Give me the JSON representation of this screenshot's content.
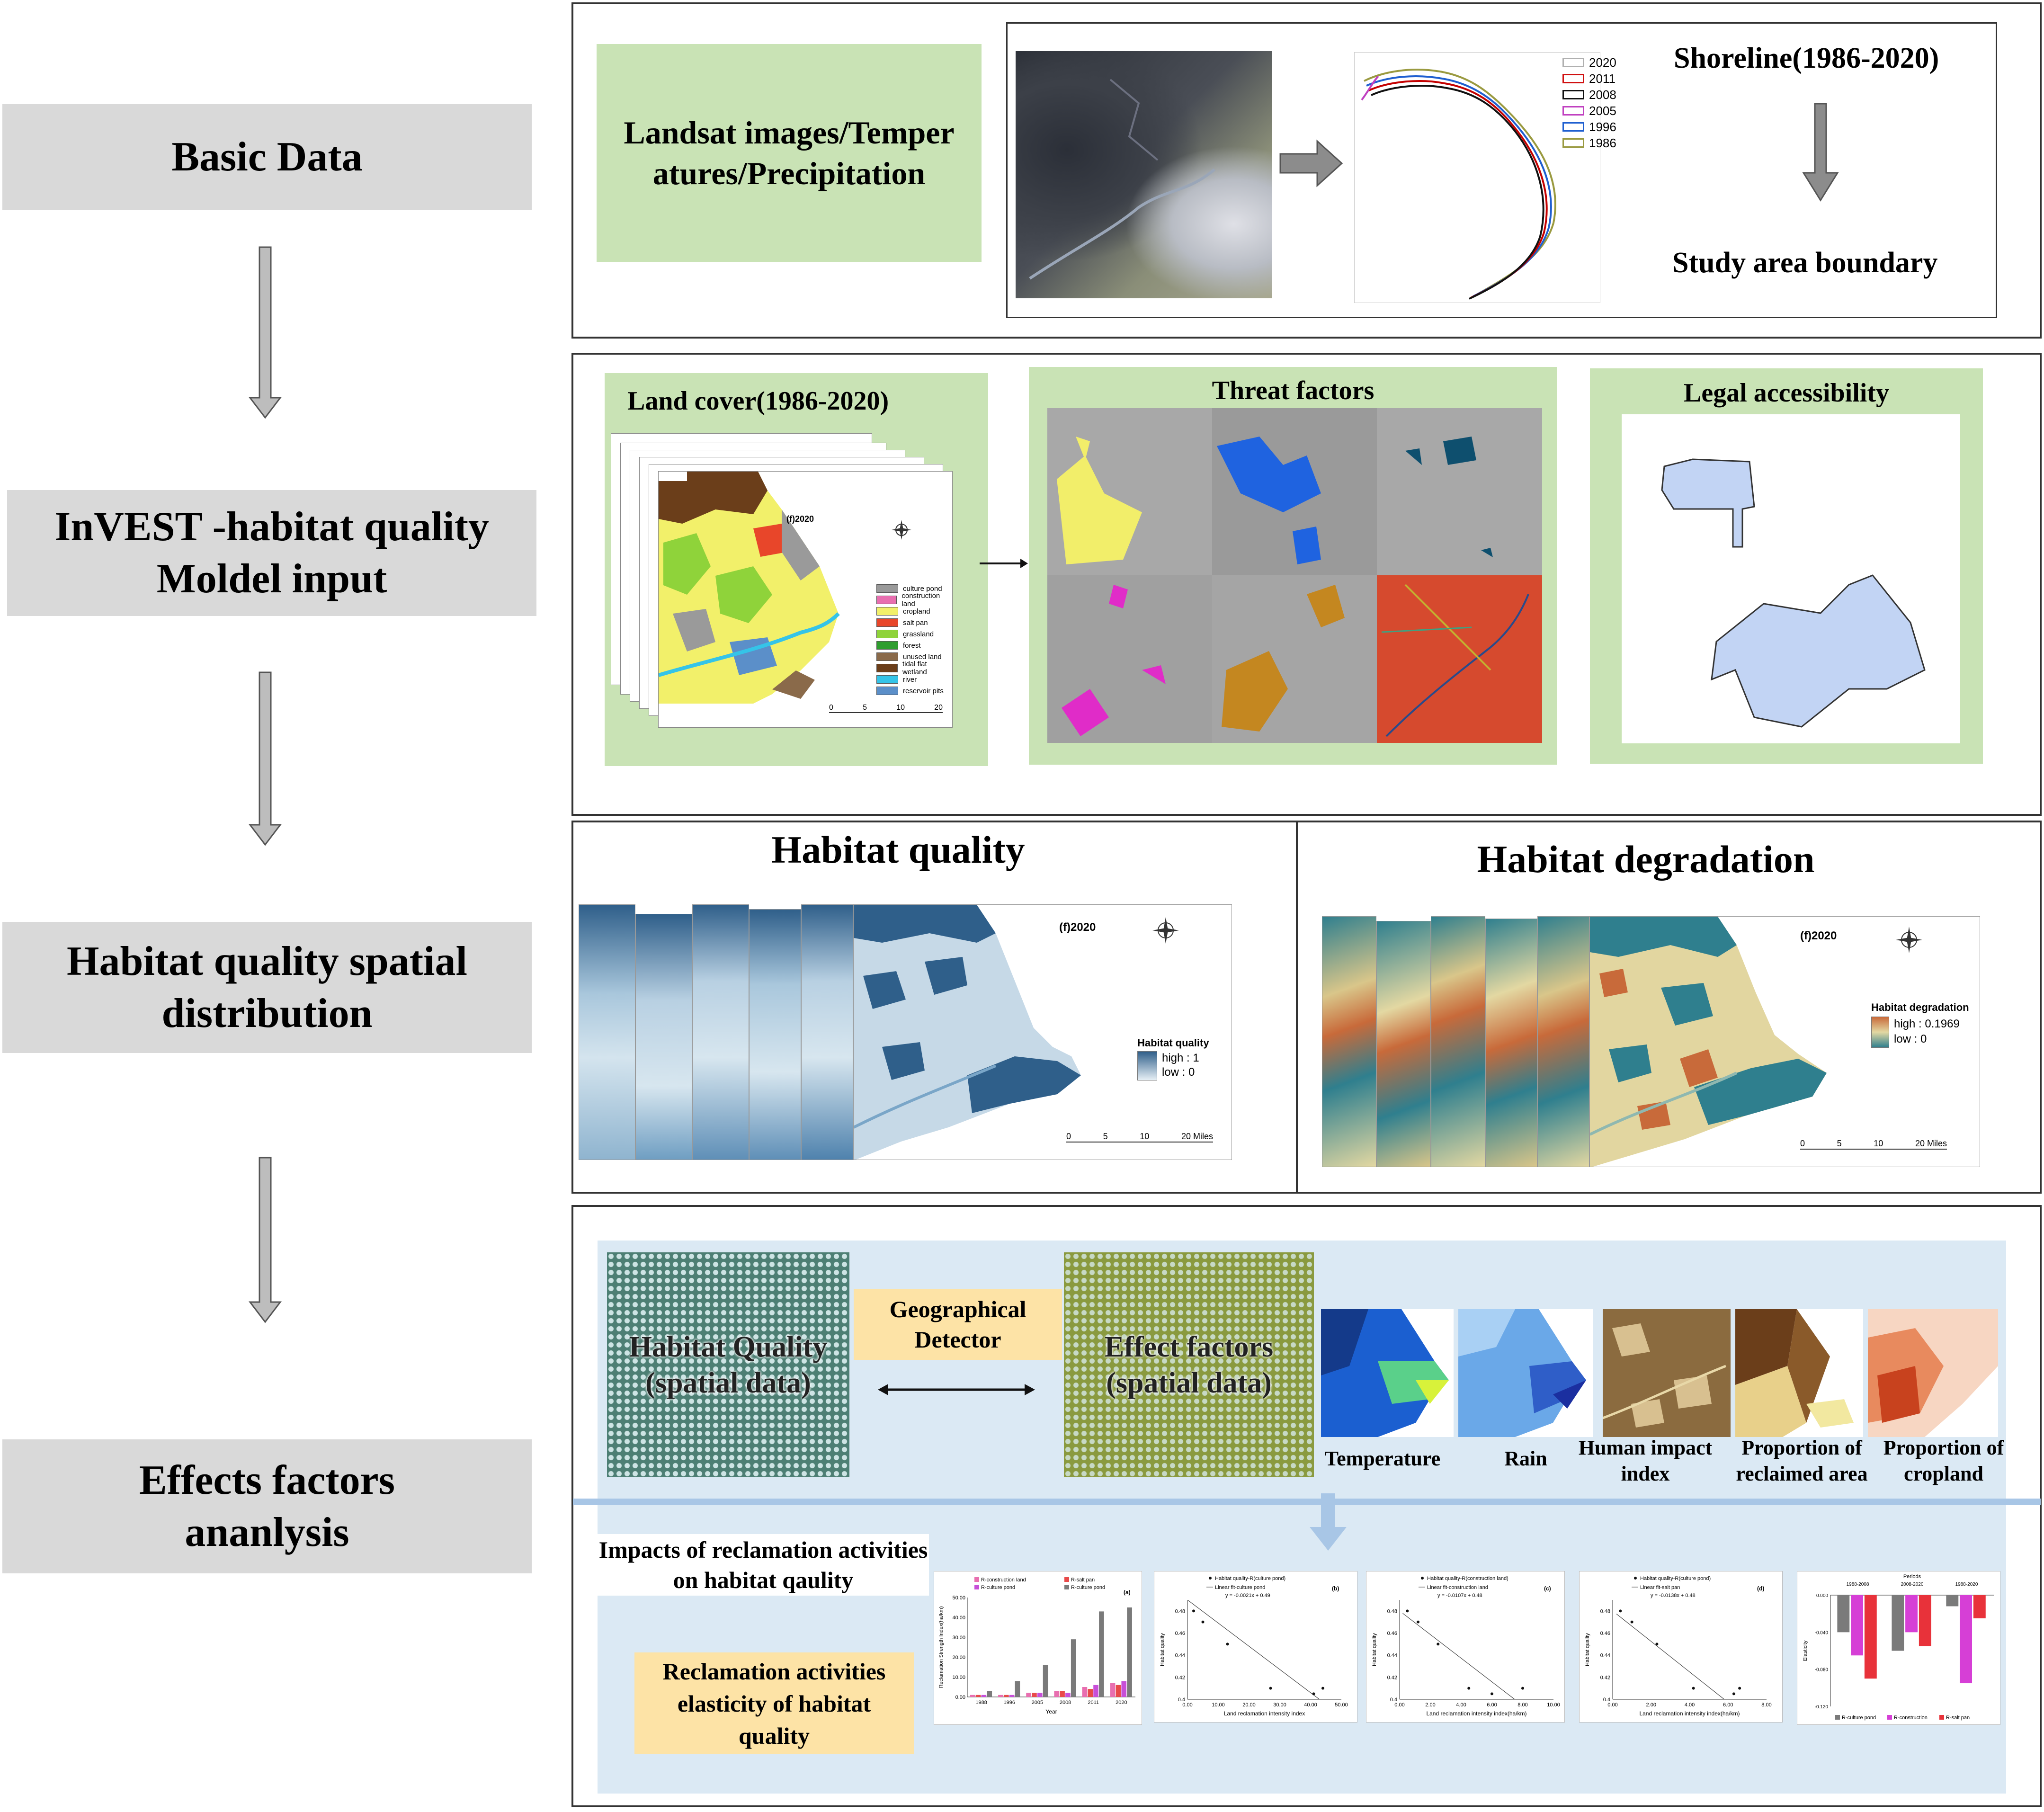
{
  "stages": [
    {
      "label": "Basic Data"
    },
    {
      "label": "InVEST -habitat quality Moldel input"
    },
    {
      "label": "Habitat quality spatial distribution"
    },
    {
      "label": "Effects factors ananlysis"
    }
  ],
  "row1": {
    "data_box": "Landsat images/Temperatures/Precipitation",
    "shoreline_title": "Shoreline(1986-2020)",
    "study_area": "Study area boundary",
    "shoreline_years": [
      "2020",
      "2011",
      "2008",
      "2005",
      "1996",
      "1986"
    ],
    "shoreline_colors": [
      "#b0b0b0",
      "#d01010",
      "#111111",
      "#c040c0",
      "#1f5fd0",
      "#9a9a40"
    ]
  },
  "row2": {
    "landcover_title": "Land cover(1986-2020)",
    "map_year": "(f)2020",
    "legend": [
      {
        "label": "culture pond",
        "color": "#9a9a9a"
      },
      {
        "label": "construction land",
        "color": "#e86fb0"
      },
      {
        "label": "cropland",
        "color": "#f2f06a"
      },
      {
        "label": "salt pan",
        "color": "#e8462a"
      },
      {
        "label": "grassland",
        "color": "#8fd33a"
      },
      {
        "label": "forest",
        "color": "#2f9e2f"
      },
      {
        "label": "unused land",
        "color": "#8a6a4a"
      },
      {
        "label": "tidal flat wetland",
        "color": "#6b3e1a"
      },
      {
        "label": "river",
        "color": "#35c4e8"
      },
      {
        "label": "reservoir pits",
        "color": "#5b8fc9"
      }
    ],
    "scale": [
      "0",
      "5",
      "10",
      "20"
    ],
    "threat_title": "Threat factors",
    "legal_title": "Legal accessibility"
  },
  "row3": {
    "hq_title": "Habitat quality",
    "hd_title": "Habitat degradation",
    "map_year": "(f)2020",
    "hq_legend_title": "Habitat quality",
    "hq_high": "high : 1",
    "hq_low": "low : 0",
    "hd_legend_title": "Habitat degradation",
    "hd_high": "high : 0.1969",
    "hd_low": "low : 0",
    "scale": [
      "0",
      "5",
      "10",
      "20 Miles"
    ]
  },
  "row4": {
    "hq_spatial": "Habitat Quality (spatial data)",
    "geo_detector": "Geographical Detector",
    "effect_spatial": "Effect factors (spatial data)",
    "factors": [
      "Temperature",
      "Rain",
      "Human impact index",
      "Proportion of reclaimed area",
      "Proportion of cropland"
    ],
    "impacts_label": "Impacts of reclamation activities on habitat qaulity",
    "elasticity_label": "Reclamation activities elasticity of habitat quality"
  },
  "chart_data": [
    {
      "type": "bar",
      "panel": "(a)",
      "categories": [
        "1988",
        "1996",
        "2005",
        "2008",
        "2011",
        "2020"
      ],
      "series": [
        {
          "name": "R-construction land",
          "color": "#e86fb0",
          "values": [
            1,
            1,
            2,
            3,
            5,
            7
          ]
        },
        {
          "name": "R-salt pan",
          "color": "#e84a4a",
          "values": [
            1,
            1,
            2,
            3,
            4,
            6
          ]
        },
        {
          "name": "R-culture pond",
          "color": "#c74fd8",
          "values": [
            1,
            1,
            2,
            2,
            6,
            8
          ]
        },
        {
          "name": "R-culture pond",
          "color": "#7a7a7a",
          "values": [
            3,
            8,
            16,
            29,
            43,
            45
          ]
        }
      ],
      "xlabel": "Year",
      "ylabel": "Reclamation Strength Index(ha/km)",
      "yticks": [
        "0.00",
        "10.00",
        "20.00",
        "30.00",
        "40.00",
        "50.00"
      ],
      "ylim": [
        0,
        50
      ]
    },
    {
      "type": "scatter",
      "panel": "(b)",
      "legend": [
        "Habitat quality-R(culture pond)",
        "Linear fit-culture pond"
      ],
      "equation": "y = -0.0021x + 0.49",
      "x": [
        2.0,
        5.0,
        13.0,
        27.0,
        41.0,
        44.0
      ],
      "y": [
        0.48,
        0.47,
        0.45,
        0.41,
        0.405,
        0.41
      ],
      "fit": {
        "slope": -0.0021,
        "intercept": 0.49
      },
      "xlabel": "Land reclamation intensity index",
      "ylabel": "Habitat quality",
      "xticks": [
        "0.00",
        "10.00",
        "20.00",
        "30.00",
        "40.00",
        "50.00"
      ],
      "yticks": [
        "0.4",
        "0.42",
        "0.44",
        "0.46",
        "0.48"
      ],
      "xlim": [
        0,
        50
      ],
      "ylim": [
        0.4,
        0.49
      ]
    },
    {
      "type": "scatter",
      "panel": "(c)",
      "legend": [
        "Habitat quality-R(construction land)",
        "Linear fit-construction land"
      ],
      "equation": "y = -0.0107x + 0.48",
      "x": [
        0.5,
        1.2,
        2.5,
        4.5,
        6.0,
        8.0
      ],
      "y": [
        0.48,
        0.47,
        0.45,
        0.41,
        0.405,
        0.41
      ],
      "fit": {
        "slope": -0.0107,
        "intercept": 0.48
      },
      "xlabel": "Land reclamation intensity index(ha/km)",
      "ylabel": "Habitat quality",
      "xticks": [
        "0.00",
        "2.00",
        "4.00",
        "6.00",
        "8.00",
        "10.00"
      ],
      "yticks": [
        "0.4",
        "0.42",
        "0.44",
        "0.46",
        "0.48"
      ],
      "xlim": [
        0,
        10
      ],
      "ylim": [
        0.4,
        0.49
      ]
    },
    {
      "type": "scatter",
      "panel": "(d)",
      "legend": [
        "Habitat quality-R(culture pond)",
        "Linear fit-salt pan"
      ],
      "equation": "y = -0.0138x + 0.48",
      "x": [
        0.4,
        1.0,
        2.3,
        4.2,
        6.3,
        6.6
      ],
      "y": [
        0.48,
        0.47,
        0.45,
        0.41,
        0.405,
        0.41
      ],
      "fit": {
        "slope": -0.0138,
        "intercept": 0.48
      },
      "xlabel": "Land reclamation intensity index(ha/km)",
      "ylabel": "Habitat quality",
      "xticks": [
        "0.00",
        "2.00",
        "4.00",
        "6.00",
        "8.00"
      ],
      "yticks": [
        "0.4",
        "0.42",
        "0.44",
        "0.46",
        "0.48"
      ],
      "xlim": [
        0,
        8
      ],
      "ylim": [
        0.4,
        0.49
      ]
    },
    {
      "type": "bar",
      "panel": "elasticity",
      "title": "Periods",
      "categories": [
        "1988-2008",
        "2008-2020",
        "1988-2020"
      ],
      "series": [
        {
          "name": "R-culture pond",
          "color": "#7a7a7a",
          "values": [
            -0.04,
            -0.06,
            -0.012
          ]
        },
        {
          "name": "R-construction",
          "color": "#d63fd6",
          "values": [
            -0.065,
            -0.04,
            -0.095
          ]
        },
        {
          "name": "R-salt pan",
          "color": "#e8323a",
          "values": [
            -0.09,
            -0.055,
            -0.025
          ]
        }
      ],
      "ylabel": "Elasticity",
      "yticks": [
        "0.000",
        "-0.040",
        "-0.080",
        "-0.120"
      ],
      "ylim": [
        -0.12,
        0.0
      ]
    }
  ]
}
